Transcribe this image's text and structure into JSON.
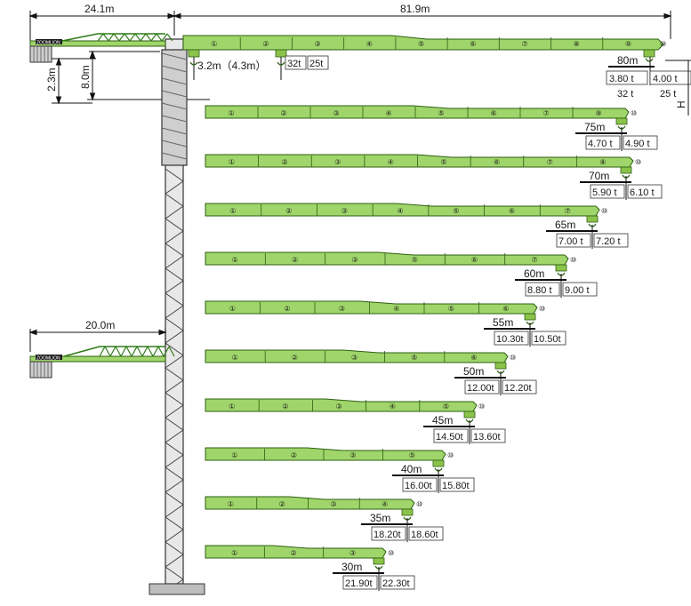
{
  "top_dimensions": {
    "counter_jib_length": "24.1m",
    "jib_length": "81.9m",
    "height_a": "2.3m",
    "height_b": "8.0m",
    "hook_offset": "3.2m（4.3m）",
    "root_capacity_a": "32t",
    "root_capacity_b": "25t",
    "height_label": "H"
  },
  "lower_counter_jib_length": "20.0m",
  "brand_text": "ZOOMLION",
  "top_tip": {
    "radius": "80m",
    "cap_a": "3.80 t",
    "cap_b": "4.00 t",
    "fall_a": "32 t",
    "fall_b": "25 t"
  },
  "configs": [
    {
      "radius": "75m",
      "cap_a": "4.70 t",
      "cap_b": "4.90 t",
      "sections": [
        "①",
        "②",
        "③",
        "④",
        "⑤",
        "⑥",
        "⑦",
        "⑨"
      ]
    },
    {
      "radius": "70m",
      "cap_a": "5.90 t",
      "cap_b": "6.10 t",
      "sections": [
        "①",
        "②",
        "③",
        "④",
        "⑤",
        "⑥",
        "⑦",
        "⑧"
      ]
    },
    {
      "radius": "65m",
      "cap_a": "7.00 t",
      "cap_b": "7.20 t",
      "sections": [
        "①",
        "②",
        "③",
        "④",
        "⑤",
        "⑥",
        "⑦"
      ]
    },
    {
      "radius": "60m",
      "cap_a": "8.80 t",
      "cap_b": "9.00 t",
      "sections": [
        "①",
        "②",
        "③",
        "⑤",
        "⑥",
        "⑦"
      ]
    },
    {
      "radius": "55m",
      "cap_a": "10.30t",
      "cap_b": "10.50t",
      "sections": [
        "①",
        "②",
        "③",
        "④",
        "⑤",
        "⑥"
      ]
    },
    {
      "radius": "50m",
      "cap_a": "12.00t",
      "cap_b": "12.20t",
      "sections": [
        "①",
        "②",
        "③",
        "⑤",
        "⑥"
      ]
    },
    {
      "radius": "45m",
      "cap_a": "14.50t",
      "cap_b": "13.60t",
      "sections": [
        "①",
        "②",
        "③",
        "④",
        "⑤"
      ]
    },
    {
      "radius": "40m",
      "cap_a": "16.00t",
      "cap_b": "15.80t",
      "sections": [
        "①",
        "②",
        "③",
        "⑤"
      ]
    },
    {
      "radius": "35m",
      "cap_a": "18.20t",
      "cap_b": "18.60t",
      "sections": [
        "①",
        "②",
        "③",
        "④"
      ]
    },
    {
      "radius": "30m",
      "cap_a": "21.90t",
      "cap_b": "22.30t",
      "sections": [
        "①",
        "②",
        "③"
      ]
    }
  ],
  "top_sections": [
    "①",
    "②",
    "③",
    "④",
    "⑤",
    "⑥",
    "⑦",
    "⑧",
    "⑨"
  ],
  "tip_marker": "⑩",
  "colors": {
    "jib_fill": "#9fd56a",
    "jib_stroke": "#2f5f12",
    "truss": "#2e7a16",
    "mast_stroke": "#333333",
    "mast_fill": "#d9d9d9",
    "line": "#111111"
  }
}
